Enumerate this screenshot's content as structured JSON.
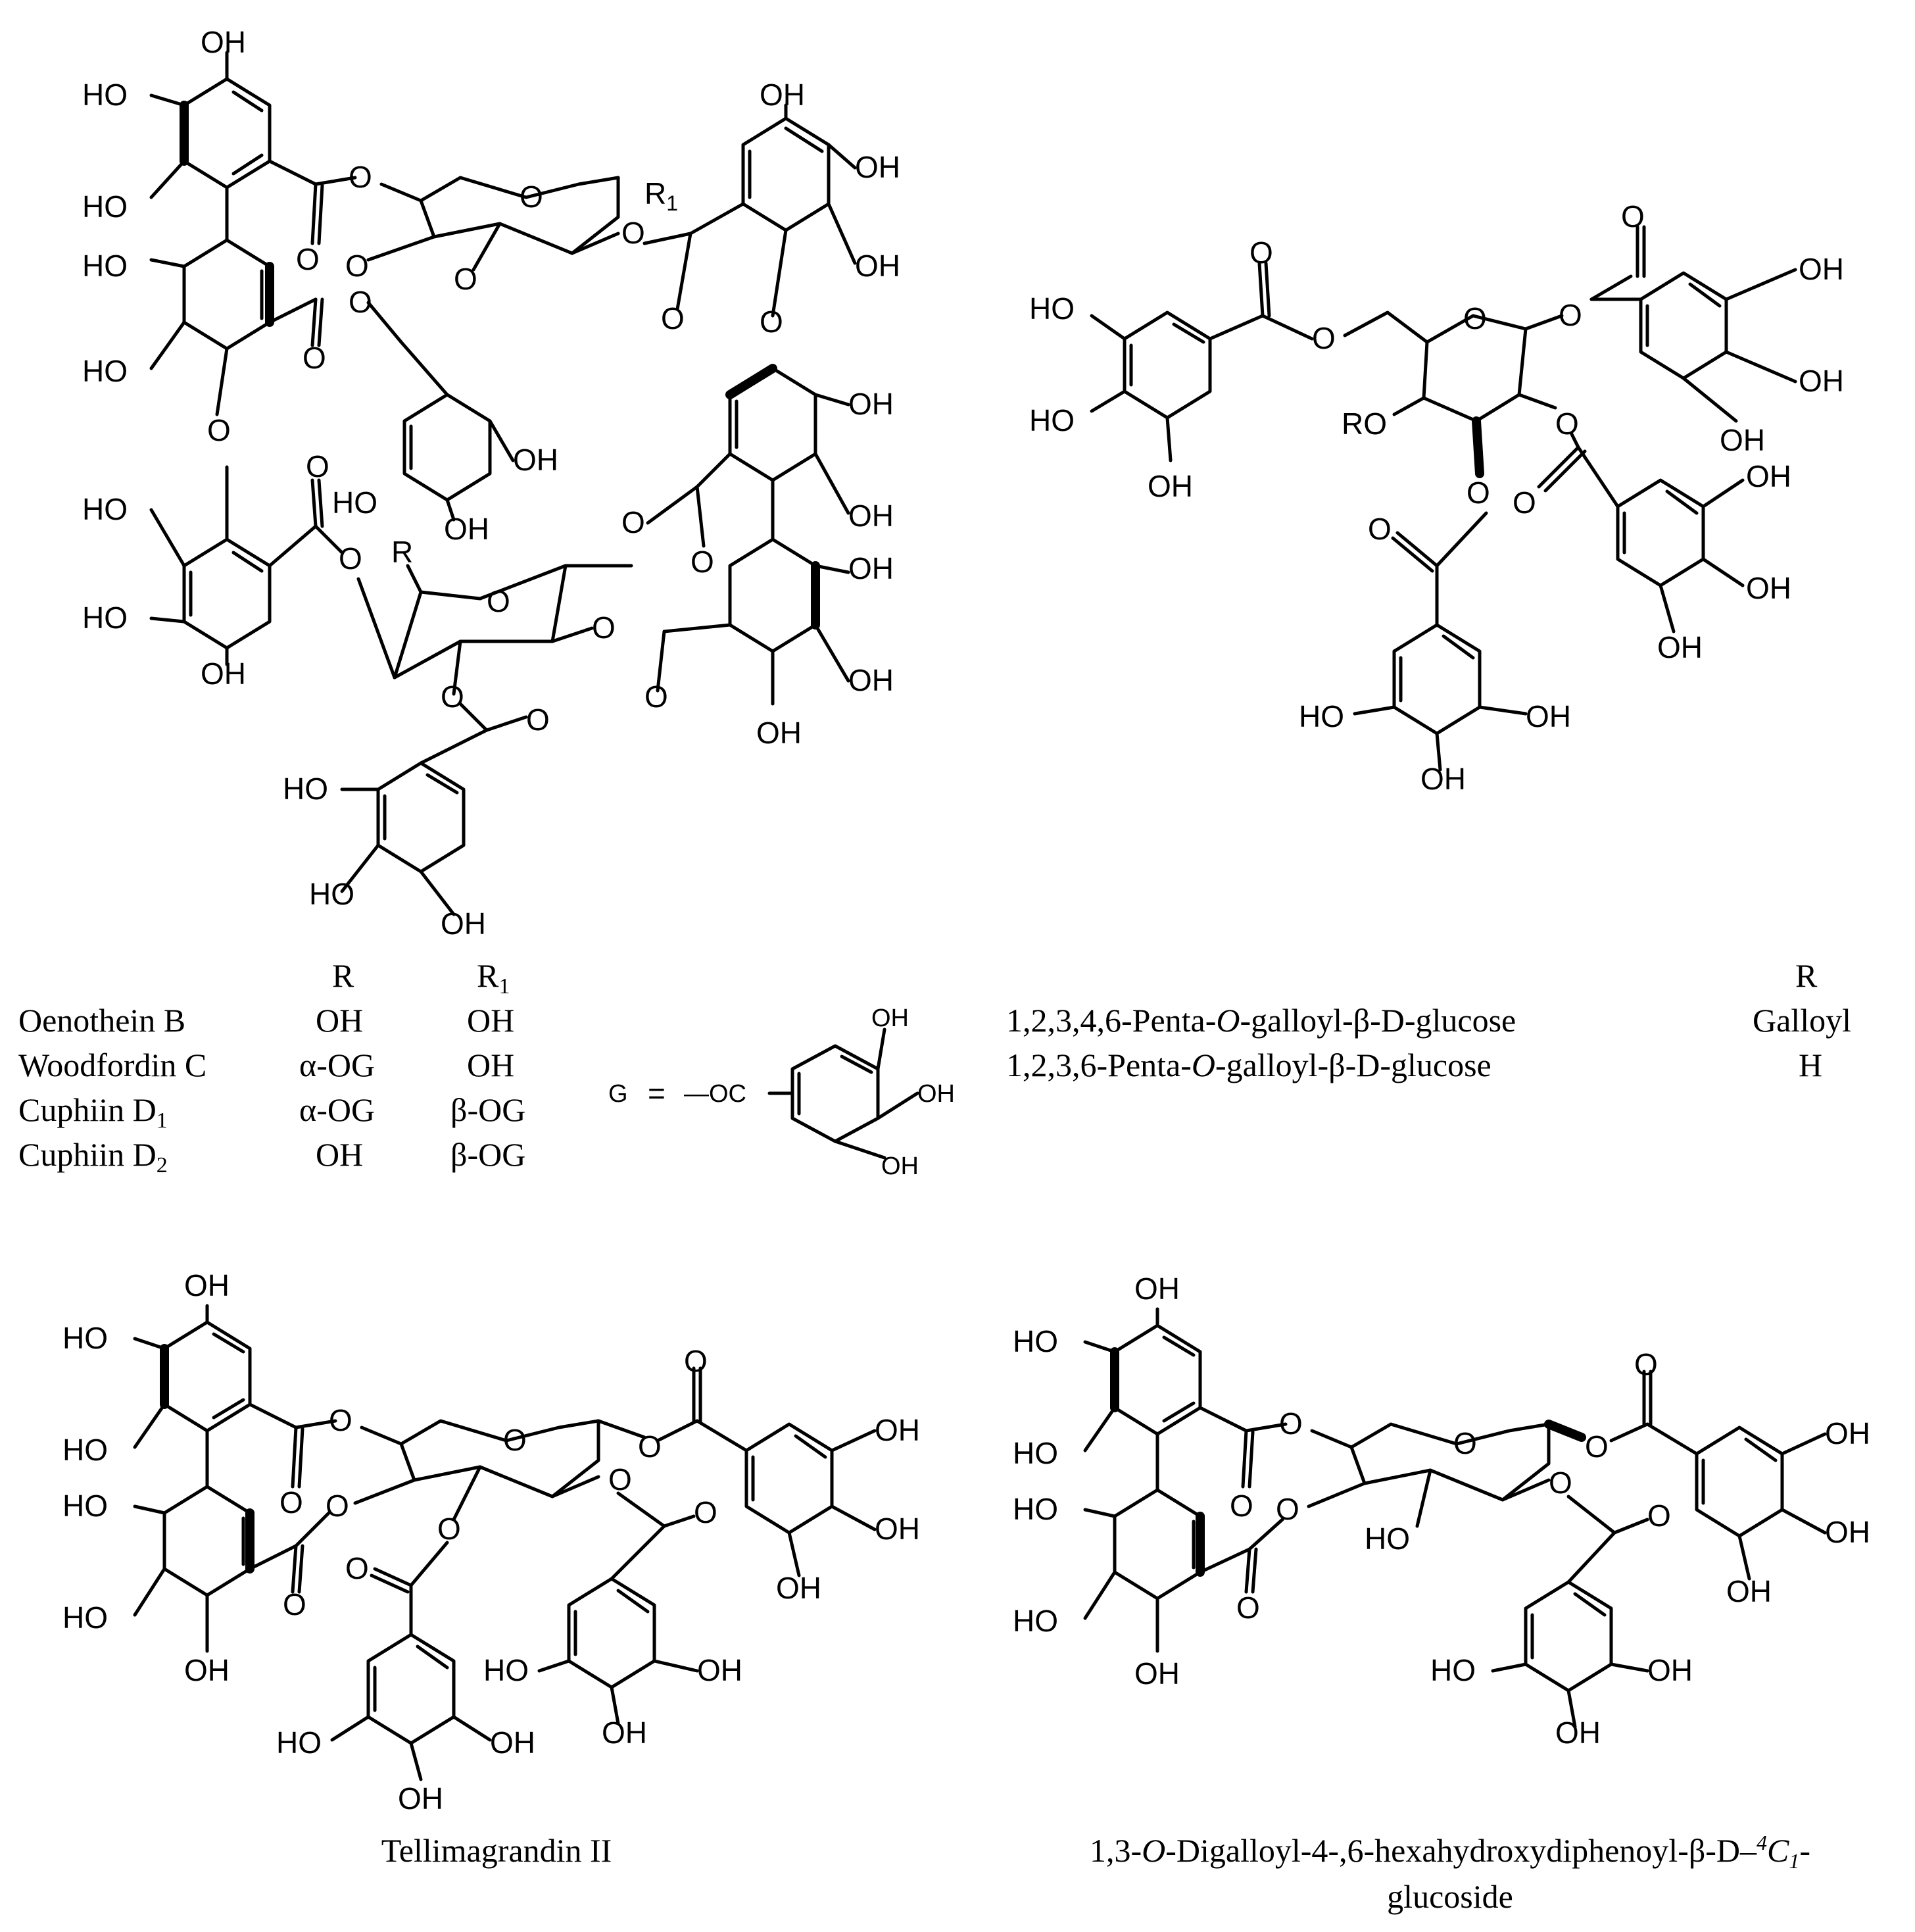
{
  "atoms": {
    "oh": "OH",
    "ho": "HO",
    "o": "O",
    "ro": "RO",
    "r": "R",
    "r1_base": "R",
    "r1_sub": "1",
    "g": "G",
    "equals": "=",
    "oc": "—OC"
  },
  "table_a": {
    "header": {
      "r": "R",
      "r1": "R",
      "r1_sub": "1"
    },
    "rows": [
      {
        "name": "Oenothein B",
        "name_sub": "",
        "r": "OH",
        "r1": "OH"
      },
      {
        "name": "Woodfordin C",
        "name_sub": "",
        "r": "α-OG",
        "r1": "OH"
      },
      {
        "name": "Cuphiin D",
        "name_sub": "1",
        "r": "α-OG",
        "r1": "β-OG"
      },
      {
        "name": "Cuphiin D",
        "name_sub": "2",
        "r": "OH",
        "r1": "β-OG"
      }
    ]
  },
  "table_b": {
    "header_r": "R",
    "rows": [
      {
        "pre": "1,2,3,4,6-Penta-",
        "ital": "O",
        "post": "-galloyl-β-D-glucose",
        "r": "Galloyl"
      },
      {
        "pre": "1,2,3,6-Penta-",
        "ital": "O",
        "post": "-galloyl-β-D-glucose",
        "r": "H"
      }
    ]
  },
  "captions": {
    "tellimagrandin": "Tellimagrandin II",
    "digalloyl_pre": "1,3-",
    "digalloyl_ital": "O",
    "digalloyl_mid": "-Digalloyl-4-,6-hexahydroxydiphenoyl-β-D–",
    "digalloyl_sup": "4",
    "digalloyl_c": "C",
    "digalloyl_sub": "1",
    "digalloyl_end": "-",
    "digalloyl_line2": "glucoside"
  }
}
